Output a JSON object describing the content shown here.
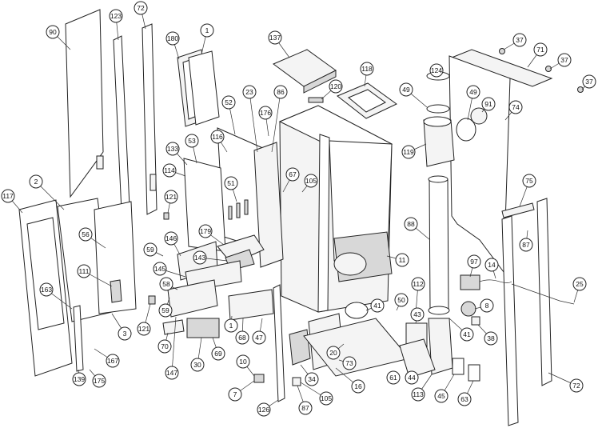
{
  "callouts": [
    {
      "id": "c90",
      "label": "90"
    },
    {
      "id": "c123",
      "label": "123"
    },
    {
      "id": "c72a",
      "label": "72"
    },
    {
      "id": "c180",
      "label": "180"
    },
    {
      "id": "c1a",
      "label": "1"
    },
    {
      "id": "c137",
      "label": "137"
    },
    {
      "id": "c118",
      "label": "118"
    },
    {
      "id": "c37a",
      "label": "37"
    },
    {
      "id": "c71",
      "label": "71"
    },
    {
      "id": "c37b",
      "label": "37"
    },
    {
      "id": "c37c",
      "label": "37"
    },
    {
      "id": "c124",
      "label": "124"
    },
    {
      "id": "c120",
      "label": "120"
    },
    {
      "id": "c49a",
      "label": "49"
    },
    {
      "id": "c49b",
      "label": "49"
    },
    {
      "id": "c91",
      "label": "91"
    },
    {
      "id": "c74",
      "label": "74"
    },
    {
      "id": "c52",
      "label": "52"
    },
    {
      "id": "c23",
      "label": "23"
    },
    {
      "id": "c86",
      "label": "86"
    },
    {
      "id": "c176",
      "label": "176"
    },
    {
      "id": "c119",
      "label": "119"
    },
    {
      "id": "c133",
      "label": "133"
    },
    {
      "id": "c53",
      "label": "53"
    },
    {
      "id": "c116",
      "label": "116"
    },
    {
      "id": "c114",
      "label": "114"
    },
    {
      "id": "c121a",
      "label": "121"
    },
    {
      "id": "c51",
      "label": "51"
    },
    {
      "id": "c67a",
      "label": "67"
    },
    {
      "id": "c105a",
      "label": "105"
    },
    {
      "id": "c75",
      "label": "75"
    },
    {
      "id": "c2",
      "label": "2"
    },
    {
      "id": "c117",
      "label": "117"
    },
    {
      "id": "c56",
      "label": "56"
    },
    {
      "id": "c88",
      "label": "88"
    },
    {
      "id": "c87a",
      "label": "87"
    },
    {
      "id": "c179",
      "label": "179"
    },
    {
      "id": "c146",
      "label": "146"
    },
    {
      "id": "c59a",
      "label": "59"
    },
    {
      "id": "c143",
      "label": "143"
    },
    {
      "id": "c11",
      "label": "11"
    },
    {
      "id": "c97",
      "label": "97"
    },
    {
      "id": "c14",
      "label": "14"
    },
    {
      "id": "c111",
      "label": "111"
    },
    {
      "id": "c145",
      "label": "145"
    },
    {
      "id": "c58",
      "label": "58"
    },
    {
      "id": "c163",
      "label": "163"
    },
    {
      "id": "c112",
      "label": "112"
    },
    {
      "id": "c25",
      "label": "25"
    },
    {
      "id": "c59b",
      "label": "59"
    },
    {
      "id": "c50",
      "label": "50"
    },
    {
      "id": "c41a",
      "label": "41"
    },
    {
      "id": "c8",
      "label": "8"
    },
    {
      "id": "c3",
      "label": "3"
    },
    {
      "id": "c121b",
      "label": "121"
    },
    {
      "id": "c1b",
      "label": "1"
    },
    {
      "id": "c68",
      "label": "68"
    },
    {
      "id": "c47",
      "label": "47"
    },
    {
      "id": "c43",
      "label": "43"
    },
    {
      "id": "c41b",
      "label": "41"
    },
    {
      "id": "c38",
      "label": "38"
    },
    {
      "id": "c70",
      "label": "70"
    },
    {
      "id": "c69",
      "label": "69"
    },
    {
      "id": "c167",
      "label": "167"
    },
    {
      "id": "c20",
      "label": "20"
    },
    {
      "id": "c73",
      "label": "73"
    },
    {
      "id": "c30",
      "label": "30"
    },
    {
      "id": "c10",
      "label": "10"
    },
    {
      "id": "c147",
      "label": "147"
    },
    {
      "id": "c139",
      "label": "139"
    },
    {
      "id": "c175",
      "label": "175"
    },
    {
      "id": "c34",
      "label": "34"
    },
    {
      "id": "c16",
      "label": "16"
    },
    {
      "id": "c61",
      "label": "61"
    },
    {
      "id": "c44",
      "label": "44"
    },
    {
      "id": "c72b",
      "label": "72"
    },
    {
      "id": "c7",
      "label": "7"
    },
    {
      "id": "c105b",
      "label": "105"
    },
    {
      "id": "c113",
      "label": "113"
    },
    {
      "id": "c45",
      "label": "45"
    },
    {
      "id": "c63",
      "label": "63"
    },
    {
      "id": "c126",
      "label": "126"
    },
    {
      "id": "c87b",
      "label": "87"
    }
  ]
}
